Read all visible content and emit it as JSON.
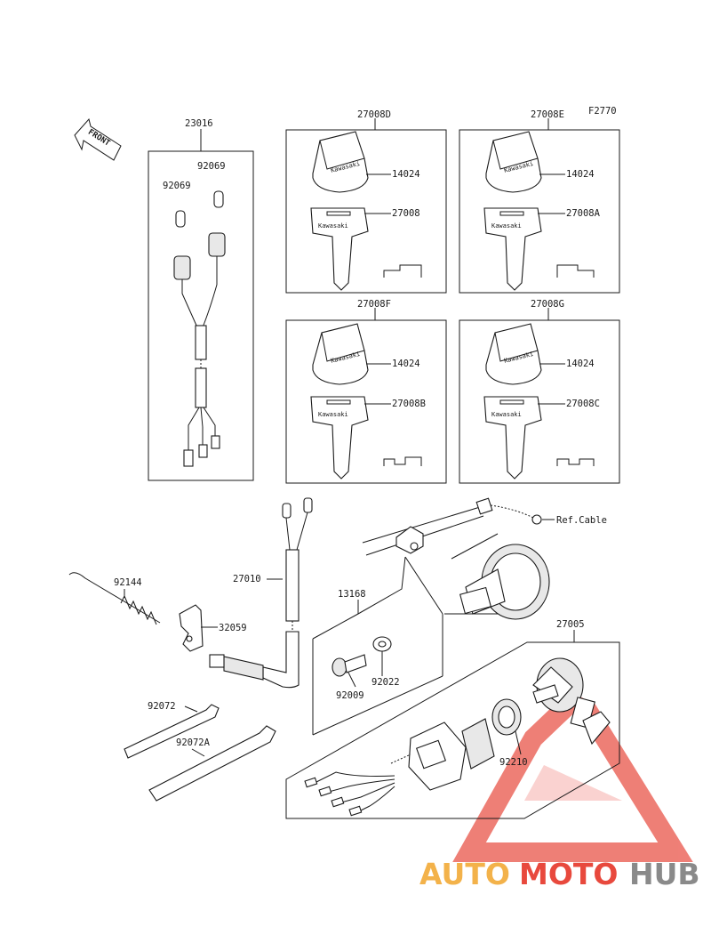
{
  "diagram": {
    "figure_code": "F2770",
    "front_arrow": "FRONT",
    "labels": {
      "l23016": "23016",
      "l92069a": "92069",
      "l92069b": "92069",
      "l27008D": "27008D",
      "l27008E": "27008E",
      "l27008F": "27008F",
      "l27008G": "27008G",
      "l14024a": "14024",
      "l14024b": "14024",
      "l14024c": "14024",
      "l14024d": "14024",
      "l27008": "27008",
      "l27008A": "27008A",
      "l27008B": "27008B",
      "l27008C": "27008C",
      "l27010": "27010",
      "l92144": "92144",
      "l32059": "32059",
      "l13168": "13168",
      "l92009": "92009",
      "l92022": "92022",
      "l27005": "27005",
      "l92210": "92210",
      "l92072": "92072",
      "l92072A": "92072A",
      "refcable": "Ref.Cable"
    },
    "key_brand": "Kawasaki"
  },
  "watermark": {
    "part1": "AUTO",
    "part2": "MOTO",
    "part3": "HUB",
    "colors": {
      "auto": "#f3b24a",
      "moto": "#e8493d",
      "hub": "#8a8a8a",
      "triangle": "#e8493d"
    }
  }
}
